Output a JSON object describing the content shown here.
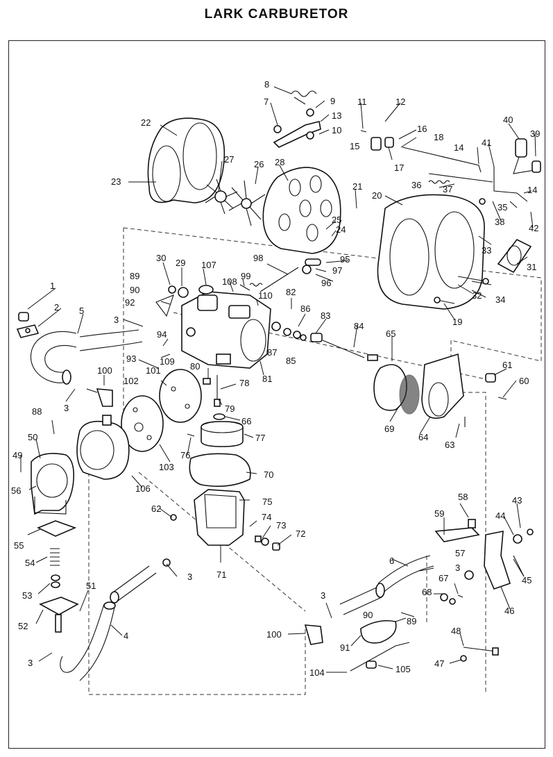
{
  "title": "LARK CARBURETOR",
  "callouts": [
    "1",
    "2",
    "3",
    "4",
    "5",
    "6",
    "7",
    "8",
    "9",
    "10",
    "11",
    "12",
    "13",
    "14",
    "15",
    "16",
    "17",
    "18",
    "19",
    "20",
    "21",
    "22",
    "23",
    "24",
    "25",
    "26",
    "27",
    "28",
    "29",
    "30",
    "31",
    "32",
    "33",
    "34",
    "35",
    "36",
    "37",
    "38",
    "39",
    "40",
    "41",
    "42",
    "43",
    "44",
    "45",
    "46",
    "47",
    "48",
    "49",
    "50",
    "51",
    "52",
    "53",
    "54",
    "55",
    "56",
    "57",
    "58",
    "59",
    "60",
    "61",
    "62",
    "63",
    "64",
    "65",
    "66",
    "67",
    "68",
    "69",
    "70",
    "71",
    "72",
    "73",
    "74",
    "75",
    "76",
    "77",
    "78",
    "79",
    "80",
    "81",
    "82",
    "83",
    "84",
    "85",
    "86",
    "87",
    "88",
    "89",
    "90",
    "91",
    "92",
    "93",
    "94",
    "95",
    "96",
    "97",
    "98",
    "99",
    "100",
    "101",
    "102",
    "103",
    "104",
    "105",
    "106",
    "107",
    "108",
    "109",
    "110"
  ]
}
